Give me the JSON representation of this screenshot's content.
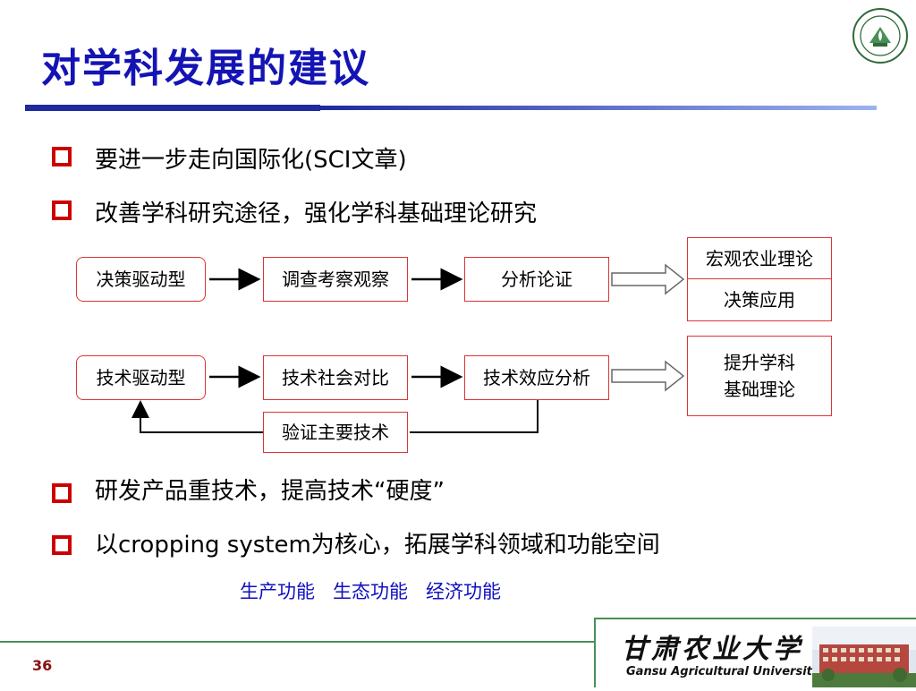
{
  "title": "对学科发展的建议",
  "bullets": [
    "要进一步走向国际化(SCI文章)",
    "改善学科研究途径，强化学科基础理论研究",
    "研发产品重技术，提高技术“硬度”",
    "以cropping system为核心，拓展学科领域和功能空间"
  ],
  "diagram": {
    "row1": {
      "driver": "决策驱动型",
      "step1": "调查考察观察",
      "step2": "分析论证",
      "result_top": "宏观农业理论",
      "result_bottom": "决策应用"
    },
    "row2": {
      "driver": "技术驱动型",
      "step1": "技术社会对比",
      "step2": "技术效应分析",
      "result_line1": "提升学科",
      "result_line2": "基础理论",
      "feedback": "验证主要技术"
    }
  },
  "functions_line": "生产功能   生态功能   经济功能",
  "page_number": "36",
  "university_cn": "甘肃农业大学",
  "university_en": "Gansu Agricultural University",
  "colors": {
    "title": "#1414b4",
    "bullet": "#cc0000",
    "box_border": "#dd3333",
    "functions_text": "#1010c0",
    "footer_green": "#4a8f56"
  },
  "icons": {
    "bullet": "hollow-square-icon",
    "logo": "university-seal-icon"
  }
}
